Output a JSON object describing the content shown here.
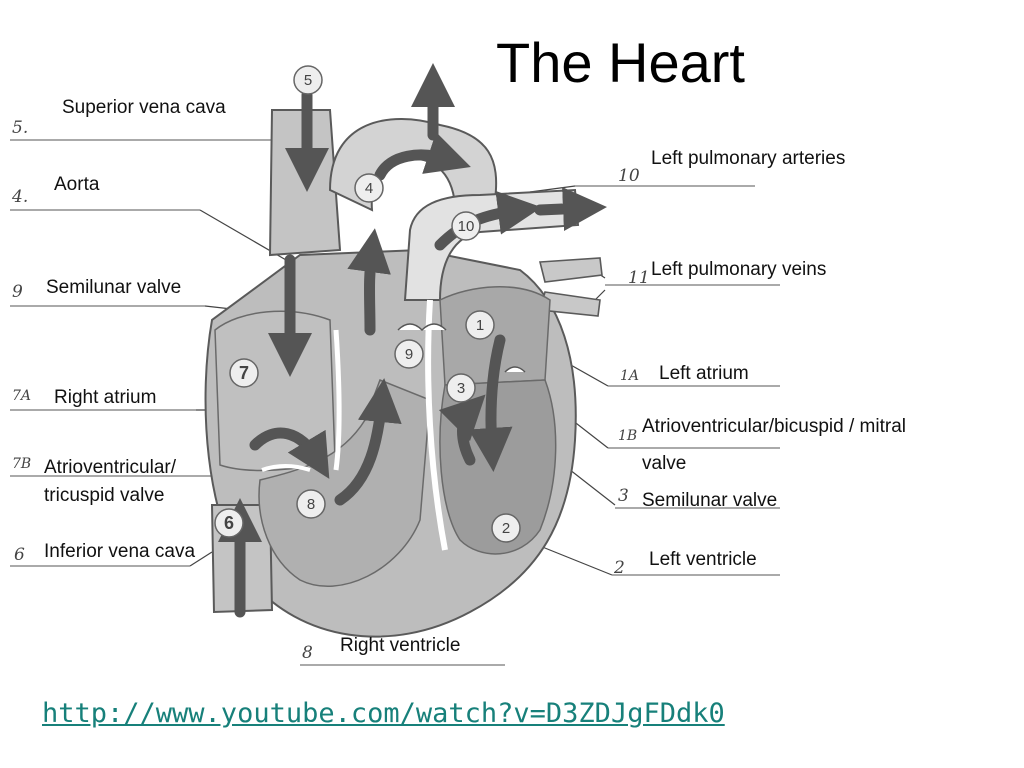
{
  "title": "The Heart",
  "labels": {
    "superior_vena_cava": "Superior vena cava",
    "aorta": "Aorta",
    "semilunar_valve_left": "Semilunar valve",
    "right_atrium": "Right atrium",
    "av_tricuspid_line1": "Atrioventricular/",
    "av_tricuspid_line2": "tricuspid valve",
    "inferior_vena_cava": "Inferior vena cava",
    "right_ventricle": "Right ventricle",
    "left_pulmonary_arteries": "Left pulmonary arteries",
    "left_pulmonary_veins": "Left pulmonary veins",
    "left_atrium": "Left atrium",
    "av_mitral_line1": "Atrioventricular/bicuspid / mitral",
    "av_mitral_line2": "valve",
    "semilunar_valve_right": "Semilunar valve",
    "left_ventricle": "Left ventricle"
  },
  "circle_numbers": {
    "n5": "5",
    "n4": "4",
    "n10": "10",
    "n1": "1",
    "n9": "9",
    "n3": "3",
    "n7": "7",
    "n8": "8",
    "n6": "6",
    "n2": "2"
  },
  "handwritten": {
    "h5": "5.",
    "h4": "4.",
    "h9": "9",
    "h7a": "7A",
    "h7b": "7B",
    "h6": "6",
    "h8": "8",
    "h10": "10",
    "h11": "11",
    "h1a": "1A",
    "h1b": "1B",
    "h3": "3",
    "h2": "2"
  },
  "link": "http://www.youtube.com/watch?v=D3ZDJgFDdk0"
}
